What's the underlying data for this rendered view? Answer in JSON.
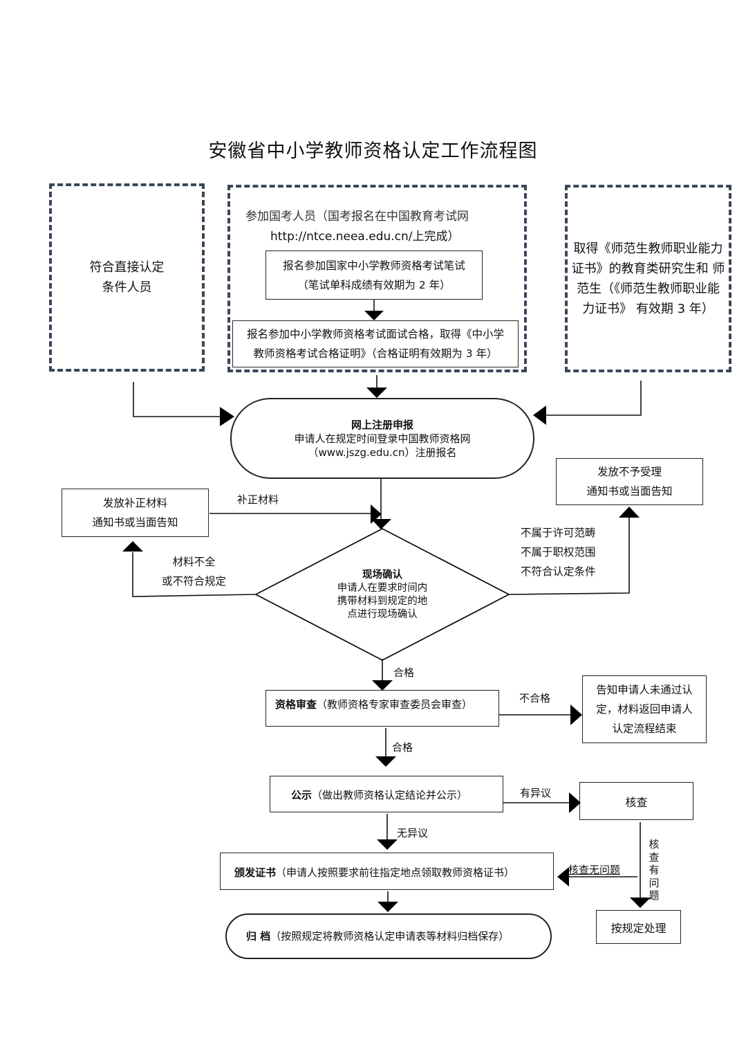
{
  "title": "安徽省中小学教师资格认定工作流程图",
  "top": {
    "left_box": [
      "符合直接认定",
      "条件人员"
    ],
    "middle_box": {
      "header_line1": "参加国考人员（国考报名在中国教育考试网",
      "header_line2": "http://ntce.neea.edu.cn/上完成）",
      "written_exam_line1": "报名参加国家中小学教师资格考试笔试",
      "written_exam_line2": "（笔试单科成绩有效期为 2 年）",
      "interview_line1": "报名参加中小学教师资格考试面试合格，取得《中小学",
      "interview_line2": "教师资格考试合格证明》（合格证明有效期为 3 年）"
    },
    "right_box": [
      "取得《师范生教师职业能力",
      "证书》的教育类研究生和  师",
      "范生（《师范生教师职业能",
      "力证书》  有效期 3 年）"
    ]
  },
  "register": {
    "title": "网上注册申报",
    "line1": "申请人在规定时间登录中国教师资格网",
    "line2": "（www.jszg.edu.cn）注册报名"
  },
  "supplement_box": [
    "发放补正材料",
    "通知书或当面告知"
  ],
  "supplement_label": "补正材料",
  "reject_box": [
    "发放不予受理",
    "通知书或当面告知"
  ],
  "reject_conditions": [
    "不属于许可范畴",
    "不属于职权范围",
    "不符合认定条件"
  ],
  "incomplete_label": [
    "材料不全",
    "或不符合规定"
  ],
  "onsite": {
    "title": "现场确认",
    "line1": "申请人在要求时间内",
    "line2": "携带材料到规定的地",
    "line3": "点进行现场确认"
  },
  "pass_label_1": "合格",
  "review": {
    "bold": "资格审查",
    "rest": "（教师资格专家审查委员会审查）"
  },
  "fail_label": "不合格",
  "fail_box": [
    "告知申请人未通过认",
    "定，材料返回申请人",
    "认定流程结束"
  ],
  "pass_label_2": "合格",
  "publicity": {
    "bold": "公示",
    "rest": "（做出教师资格认定结论并公示）"
  },
  "objection_label": "有异议",
  "verify_box": "核查",
  "no_objection_label": "无异议",
  "issue": {
    "bold": "颁发证书",
    "rest": "（申请人按照要求前往指定地点领取教师资格证书）"
  },
  "verify_ok_label": "核查无问题",
  "verify_problem_label": [
    "核",
    "查",
    "有",
    "问",
    "题"
  ],
  "handle_box": "按规定处理",
  "archive": {
    "bold": "归  档",
    "rest": "（按照规定将教师资格认定申请表等材料归档保存）"
  }
}
